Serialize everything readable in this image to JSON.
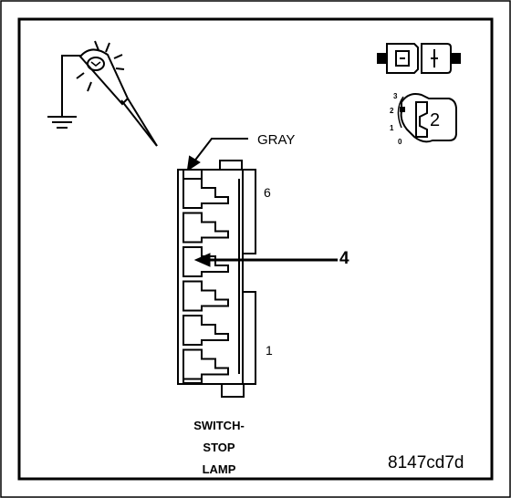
{
  "labels": {
    "wire_color": "GRAY",
    "pin_top": "6",
    "pin_bottom": "1",
    "callout": "4",
    "caption_lines": [
      "SWITCH-",
      "STOP",
      "LAMP"
    ],
    "figure_id": "8147cd7d"
  },
  "view_indicator": {
    "levels": [
      "3",
      "2",
      "1",
      "0"
    ],
    "connector_number": "2"
  },
  "icons": [
    "test-light-probe-icon",
    "ground-symbol-icon",
    "connector-pair-icon",
    "connector-view-icon"
  ]
}
